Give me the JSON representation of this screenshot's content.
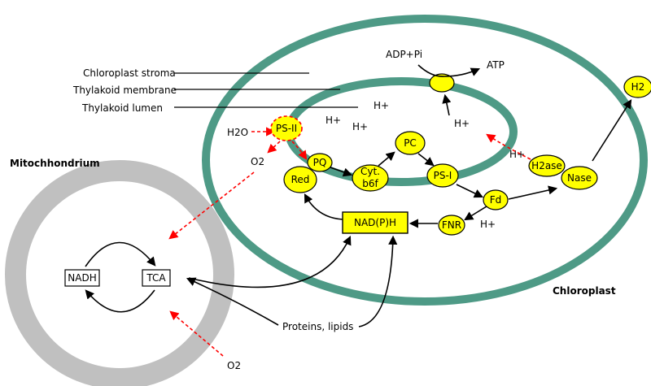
{
  "colors": {
    "membrane": "#4e9a86",
    "mito_membrane": "#c0c0c0",
    "node_fill": "#ffff00",
    "dashed_arrow": "#ff0000"
  },
  "labels": {
    "mitochondrion": "Mitochhondrium",
    "chloroplast": "Chloroplast",
    "chloroplast_stroma": "Chloroplast stroma",
    "thylakoid_membrane": "Thylakoid membrane",
    "thylakoid_lumen": "Thylakoid lumen",
    "proteins_lipids": "Proteins, lipids",
    "h2o": "H2O",
    "o2_chloroplast": "O2",
    "o2_bottom": "O2",
    "adp_pi": "ADP+Pi",
    "atp": "ATP",
    "h_lumen_1": "H+",
    "h_lumen_2": "H+",
    "h_lumen_3": "H+",
    "h_synthase": "H+",
    "h_h2ase": "H+",
    "h_fnr": "H+"
  },
  "nodes": {
    "ps2": "PS-II",
    "pq": "PQ",
    "red": "Red",
    "cyt_1": "Cyt.",
    "cyt_2": "b6f",
    "pc": "PC",
    "ps1": "PS-I",
    "fd": "Fd",
    "fnr": "FNR",
    "nadph": "NAD(P)H",
    "h2ase": "H2ase",
    "nase": "Nase",
    "h2": "H2",
    "nadh": "NADH",
    "tca": "TCA"
  }
}
